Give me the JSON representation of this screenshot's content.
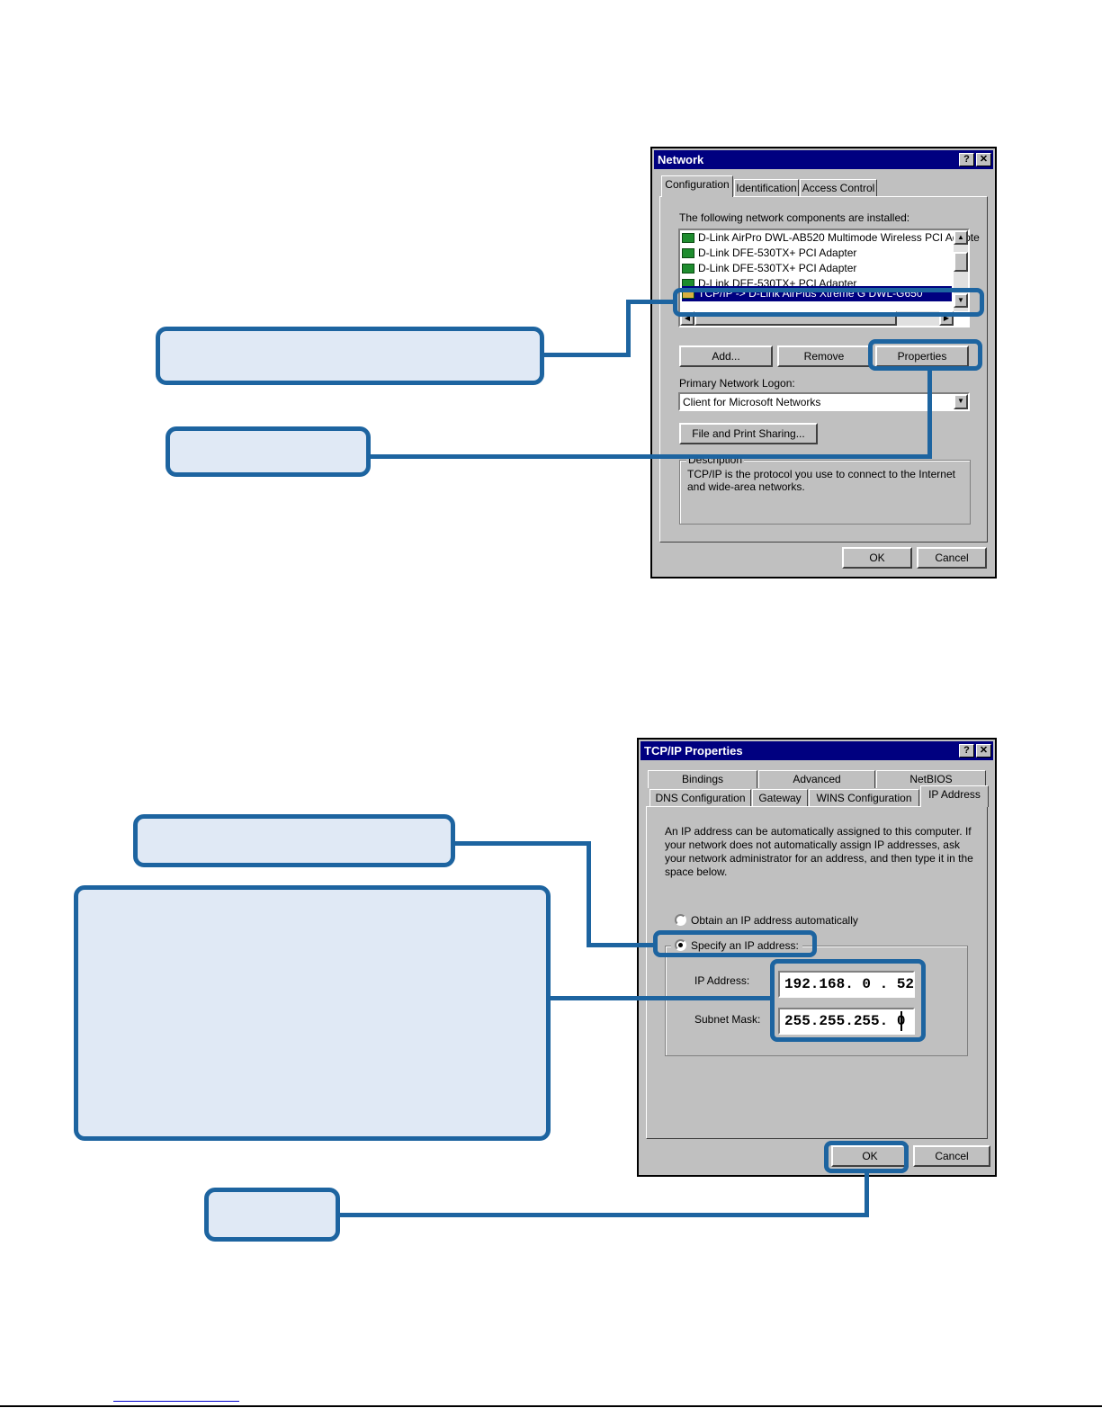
{
  "network_dialog": {
    "title": "Network",
    "help_btn": "?",
    "close_btn": "✕",
    "tabs": [
      "Configuration",
      "Identification",
      "Access Control"
    ],
    "components_label": "The following network components are installed:",
    "components": [
      "D-Link AirPro DWL-AB520 Multimode Wireless PCI Adapte",
      "D-Link DFE-530TX+ PCI Adapter",
      "D-Link DFE-530TX+ PCI Adapter",
      "D-Link DFE-530TX+ PCI Adapter",
      "TCP/IP -> D-Link AirPlus Xtreme G DWL-G650"
    ],
    "selected_index": 4,
    "add_button": "Add...",
    "remove_button": "Remove",
    "properties_button": "Properties",
    "primary_logon_label": "Primary Network Logon:",
    "primary_logon_value": "Client for Microsoft Networks",
    "file_print_button": "File and Print Sharing...",
    "description_label": "Description",
    "description_text": "TCP/IP is the protocol you use to connect to the Internet and wide-area networks.",
    "ok_button": "OK",
    "cancel_button": "Cancel"
  },
  "tcpip_dialog": {
    "title": "TCP/IP Properties",
    "help_btn": "?",
    "close_btn": "✕",
    "tabs_back": [
      "Bindings",
      "Advanced",
      "NetBIOS"
    ],
    "tabs_front": [
      "DNS Configuration",
      "Gateway",
      "WINS Configuration",
      "IP Address"
    ],
    "intro_text": "An IP address can be automatically assigned to this computer. If your network does not automatically assign IP addresses, ask your network administrator for an address, and then type it in the space below.",
    "radio_obtain": "Obtain an IP address automatically",
    "radio_specify": "Specify an IP address:",
    "specify_selected": true,
    "ip_label": "IP Address:",
    "ip_value": "192.168. 0 . 52",
    "subnet_label": "Subnet Mask:",
    "subnet_value": "255.255.255. 0",
    "ok_button": "OK",
    "cancel_button": "Cancel"
  },
  "colors": {
    "callout_fill": "#e0e9f5",
    "callout_border": "#1d64a0",
    "win_title": "#000080",
    "win_face": "#c0c0c0"
  }
}
